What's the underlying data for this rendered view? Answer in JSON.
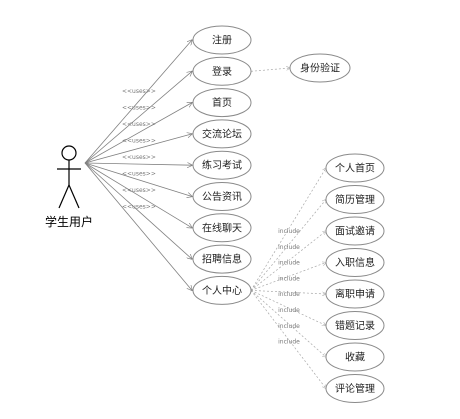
{
  "actor": {
    "label": "学生用户"
  },
  "relationship_labels": {
    "uses": "<<uses>>",
    "include": "include"
  },
  "main_use_cases": [
    "注册",
    "登录",
    "首页",
    "交流论坛",
    "练习考试",
    "公告资讯",
    "在线聊天",
    "招聘信息",
    "个人中心"
  ],
  "login_extension": "身份验证",
  "personal_center_use_cases": [
    "个人首页",
    "简历管理",
    "面试邀请",
    "入职信息",
    "离职申请",
    "错题记录",
    "收藏",
    "评论管理"
  ],
  "colors": {
    "ellipse_stroke": "#8a8a8a",
    "line": "#808080",
    "dashed_line": "#a8a8a8"
  }
}
